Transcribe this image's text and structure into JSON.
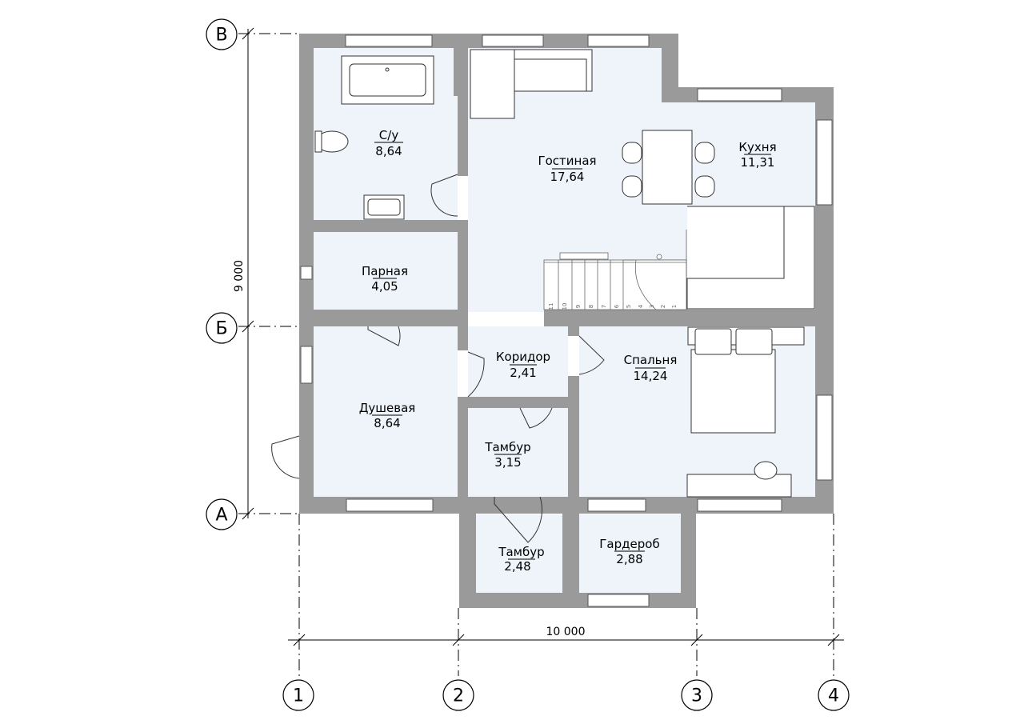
{
  "axes": {
    "rows": [
      {
        "id": "row-v",
        "label": "В"
      },
      {
        "id": "row-b",
        "label": "Б"
      },
      {
        "id": "row-a",
        "label": "А"
      }
    ],
    "cols": [
      {
        "id": "col-1",
        "label": "1"
      },
      {
        "id": "col-2",
        "label": "2"
      },
      {
        "id": "col-3",
        "label": "3"
      },
      {
        "id": "col-4",
        "label": "4"
      }
    ]
  },
  "dimensions": {
    "vertical": "9 000",
    "horizontal": "10 000"
  },
  "rooms": [
    {
      "id": "su",
      "name": "С/у",
      "area": "8,64"
    },
    {
      "id": "gostinaya",
      "name": "Гостиная",
      "area": "17,64"
    },
    {
      "id": "kuhnya",
      "name": "Кухня",
      "area": "11,31"
    },
    {
      "id": "parnaya",
      "name": "Парная",
      "area": "4,05"
    },
    {
      "id": "koridor",
      "name": "Коридор",
      "area": "2,41"
    },
    {
      "id": "spalnya",
      "name": "Спальня",
      "area": "14,24"
    },
    {
      "id": "dushevaya",
      "name": "Душевая",
      "area": "8,64"
    },
    {
      "id": "tambur1",
      "name": "Тамбур",
      "area": "3,15"
    },
    {
      "id": "tambur2",
      "name": "Тамбур",
      "area": "2,48"
    },
    {
      "id": "garderob",
      "name": "Гардероб",
      "area": "2,88"
    }
  ],
  "stair_steps": [
    "11",
    "10",
    "9",
    "8",
    "7",
    "6",
    "5",
    "4",
    "3",
    "2",
    "1"
  ]
}
